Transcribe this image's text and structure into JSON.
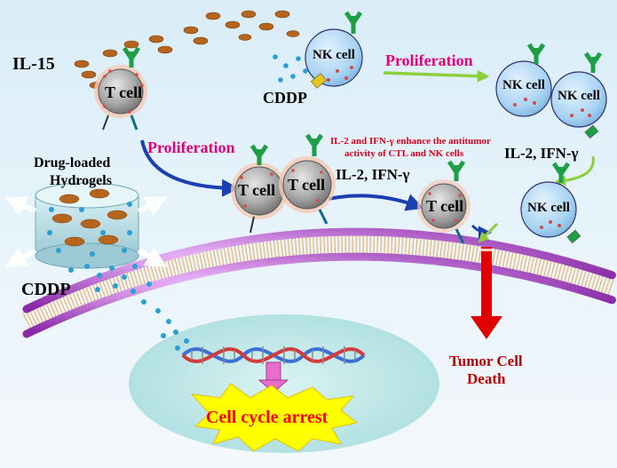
{
  "labels": {
    "il15": "IL-15",
    "cddp_top": "CDDP",
    "cddp_left": "CDDP",
    "hydrogel_line1": "Drug-loaded",
    "hydrogel_line2": "Hydrogels",
    "proliferation_top": "Proliferation",
    "proliferation_mid": "Proliferation",
    "enhance_line1": "IL-2 and IFN-γ enhance the antitumor",
    "enhance_line2": "activity of CTL  and NK cells",
    "cytokines_mid": "IL-2, IFN-γ",
    "cytokines_right": "IL-2, IFN-γ",
    "tumor_line1": "Tumor Cell",
    "tumor_line2": "Death",
    "cell_cycle": "Cell cycle arrest"
  },
  "cells": {
    "t_cell_left": "T cell",
    "t_cell_mid_a": "T cell",
    "t_cell_mid_b": "T cell",
    "t_cell_right": "T cell",
    "nk_cell_top": "NK cell",
    "nk_cell_right_a": "NK cell",
    "nk_cell_right_b": "NK cell",
    "nk_cell_lower": "NK cell"
  },
  "colors": {
    "proliferation_text": "#e6007e",
    "enhance_text": "#e0001b",
    "tumor_text": "#c00000",
    "cell_cycle_text": "#ff0000",
    "blue_arrow": "#1a3fb0",
    "green_arrow": "#8ccf3c",
    "red_arrow": "#e00000",
    "burst_fill": "#ffff00"
  }
}
